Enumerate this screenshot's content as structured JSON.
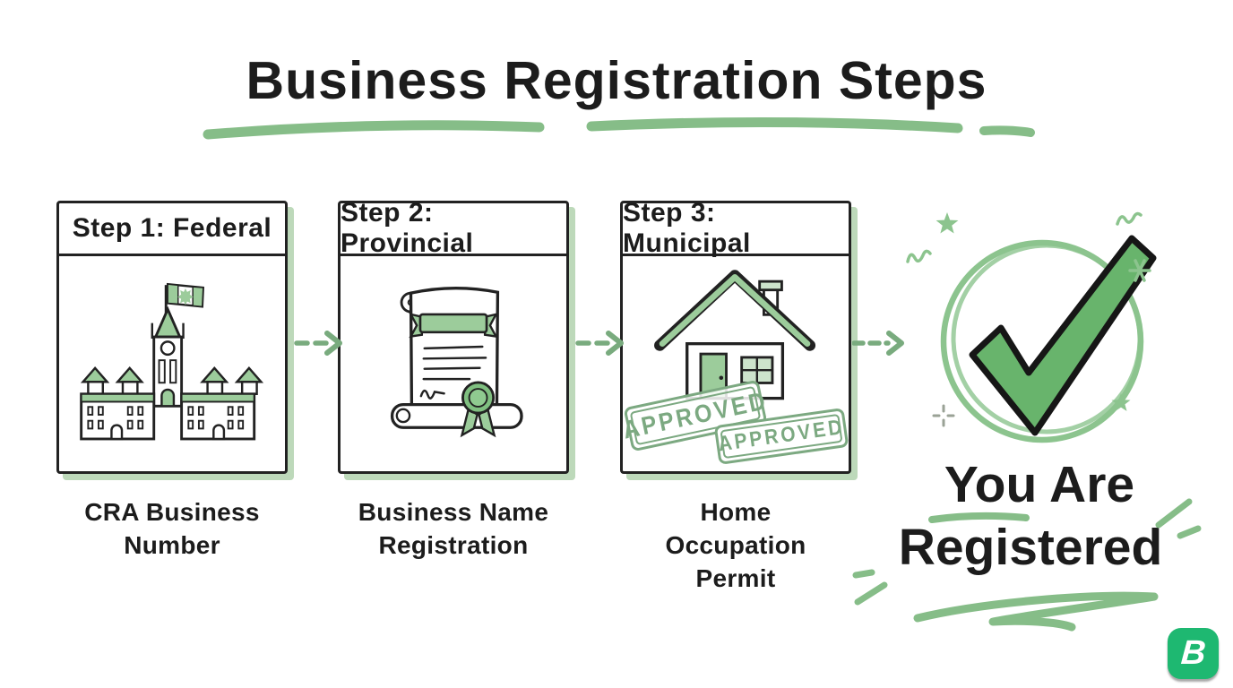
{
  "title": {
    "text": "Business Registration Steps"
  },
  "steps": [
    {
      "header": "Step 1: Federal",
      "caption": "CRA Business Number",
      "icon": "parliament-building-icon"
    },
    {
      "header": "Step 2: Provincial",
      "caption": "Business Name Registration",
      "icon": "certificate-scroll-icon"
    },
    {
      "header": "Step 3: Municipal",
      "caption": "Home Occupation Permit",
      "icon": "house-icon",
      "stamps": [
        "APPROVED",
        "APPROVED"
      ]
    }
  ],
  "result": {
    "line1": "You Are",
    "line2": "Registered",
    "icon": "checkmark-icon"
  },
  "logo": {
    "letter": "B"
  },
  "colors": {
    "ink": "#1c1c1c",
    "green": "#68b46c",
    "green_light": "#8cc48e",
    "green_underline": "#86bd88",
    "green_pale": "#bdd9ba",
    "green_fill": "#9ccc9b",
    "green_soft": "#cde4cc",
    "stamp_green": "#7ca981",
    "logo_green": "#1eb871",
    "background": "#ffffff"
  }
}
